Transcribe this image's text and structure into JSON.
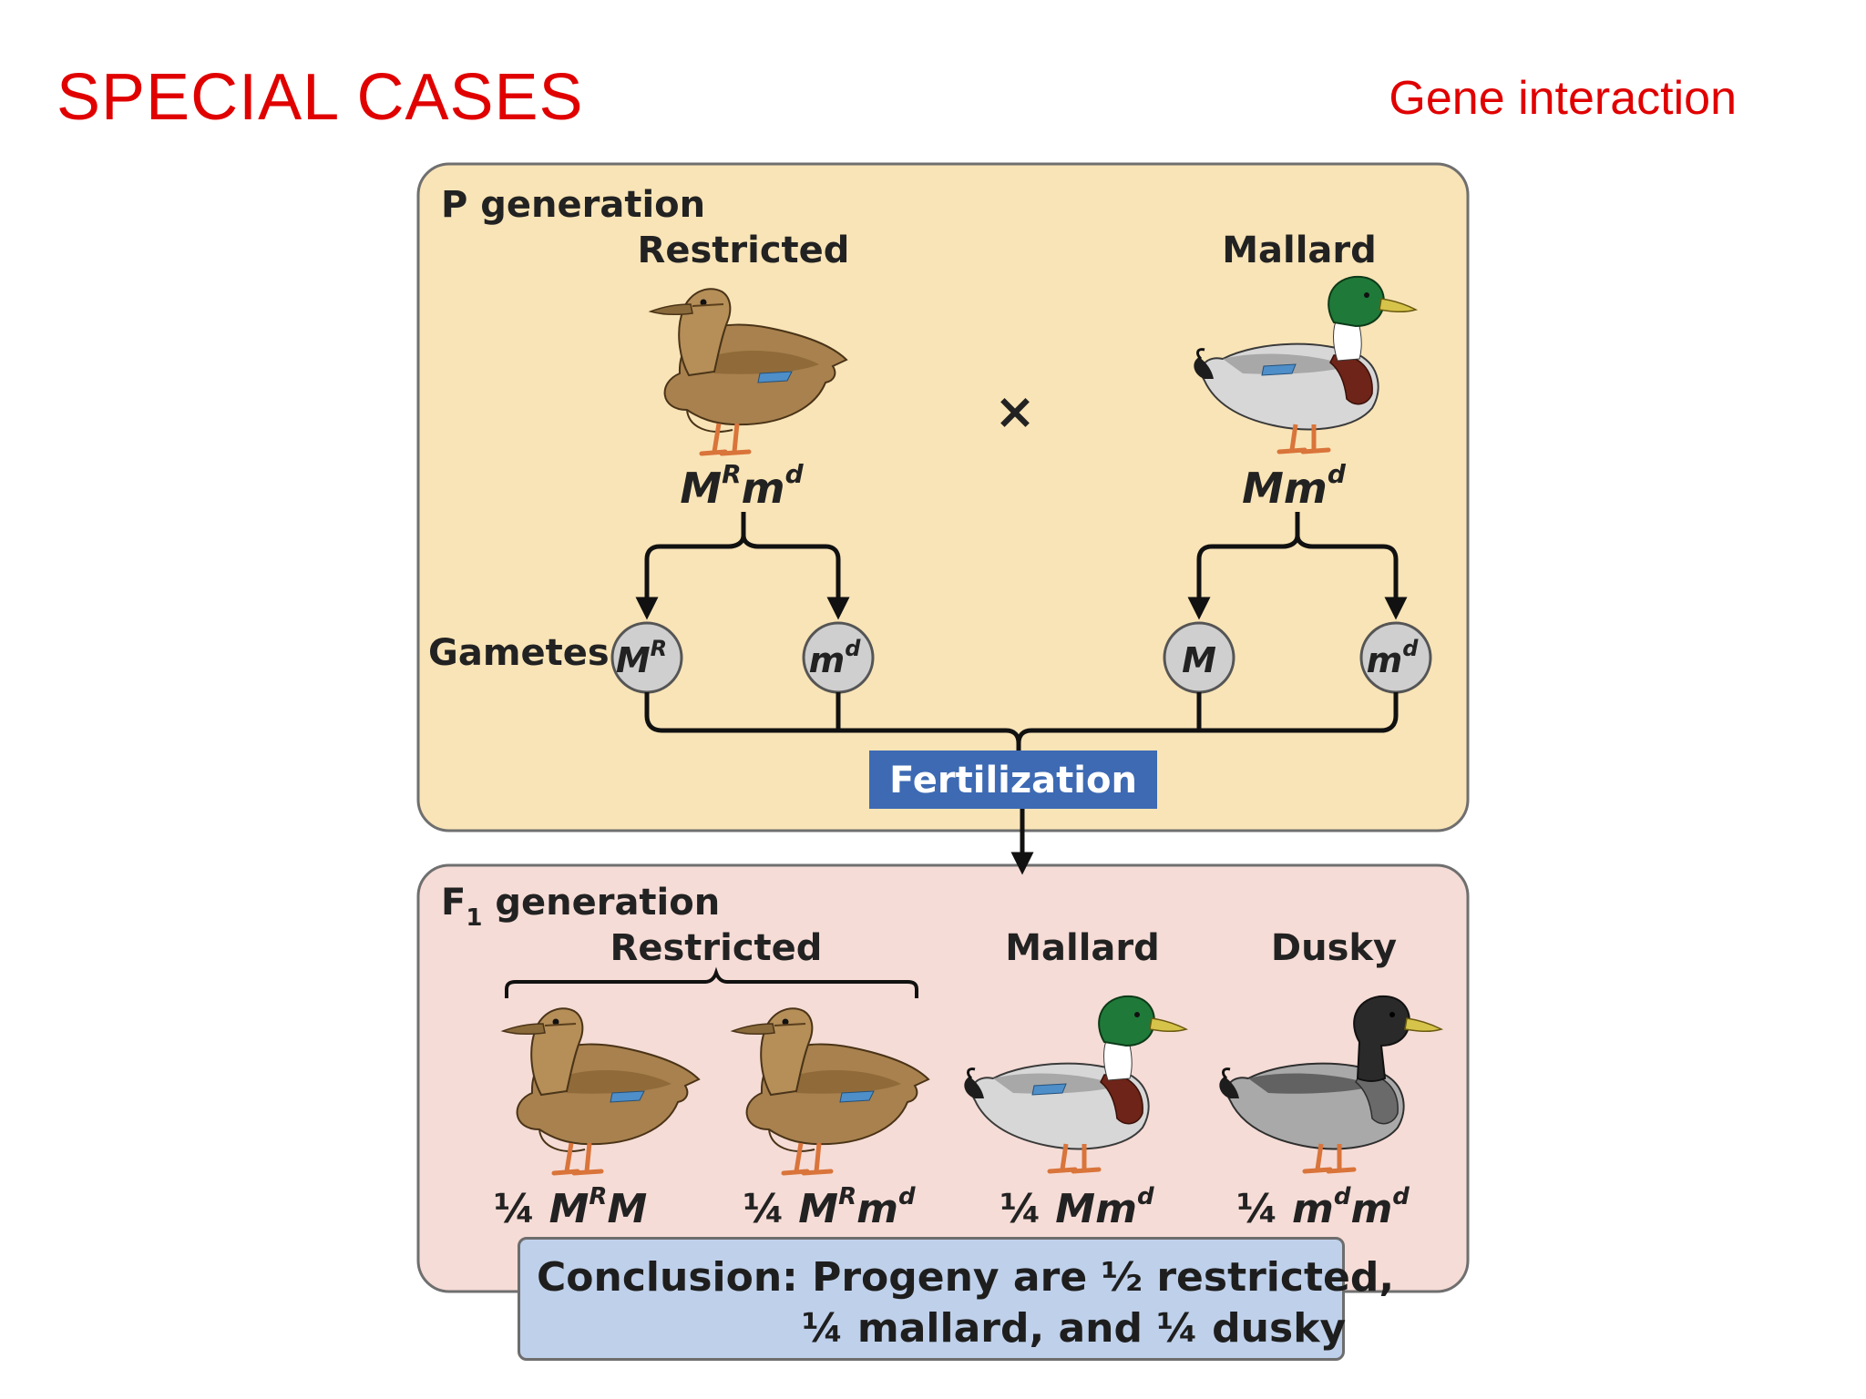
{
  "slide": {
    "title": "SPECIAL CASES",
    "subtitle": "Gene interaction"
  },
  "p_generation": {
    "label": "P generation",
    "cross_symbol": "×",
    "gametes_label": "Gametes",
    "parents": [
      {
        "phenotype": "Restricted",
        "genotype_base": "M",
        "genotype_sup1": "R",
        "genotype_base2": "m",
        "genotype_sup2": "d",
        "gametes": [
          {
            "base": "M",
            "sup": "R"
          },
          {
            "base": "m",
            "sup": "d"
          }
        ]
      },
      {
        "phenotype": "Mallard",
        "genotype_base": "Mm",
        "genotype_sup1": "d",
        "gametes": [
          {
            "base": "M",
            "sup": ""
          },
          {
            "base": "m",
            "sup": "d"
          }
        ]
      }
    ]
  },
  "fertilization": {
    "label": "Fertilization"
  },
  "f1_generation": {
    "label_base": "F",
    "label_sub": "1",
    "label_rest": " generation",
    "phenotype_labels": {
      "restricted": "Restricted",
      "mallard": "Mallard",
      "dusky": "Dusky"
    },
    "progeny": [
      {
        "fraction": "¼",
        "g1": "M",
        "s1": "R",
        "g2": "M",
        "s2": ""
      },
      {
        "fraction": "¼",
        "g1": "M",
        "s1": "R",
        "g2": "m",
        "s2": "d"
      },
      {
        "fraction": "¼",
        "g1": "Mm",
        "s1": "d",
        "g2": "",
        "s2": ""
      },
      {
        "fraction": "¼",
        "g1": "m",
        "s1": "d",
        "g2": "m",
        "s2": "d"
      }
    ]
  },
  "conclusion": {
    "label": "Conclusion:",
    "line1": "Progeny are ½ restricted,",
    "line2": "¼ mallard, and ¼ dusky"
  },
  "colors": {
    "title_red": "#e00000",
    "p_panel": "#f9e4b7",
    "f1_panel": "#f6dcd6",
    "fertilization_box": "#3d6ab3",
    "conclusion_box": "#bfd0ea",
    "gamete_circle": "#cfcfcf"
  },
  "icons": {
    "restricted_duck": "female-mallard-duck-icon",
    "mallard_duck": "male-mallard-duck-icon",
    "dusky_duck": "dusky-duck-icon"
  }
}
